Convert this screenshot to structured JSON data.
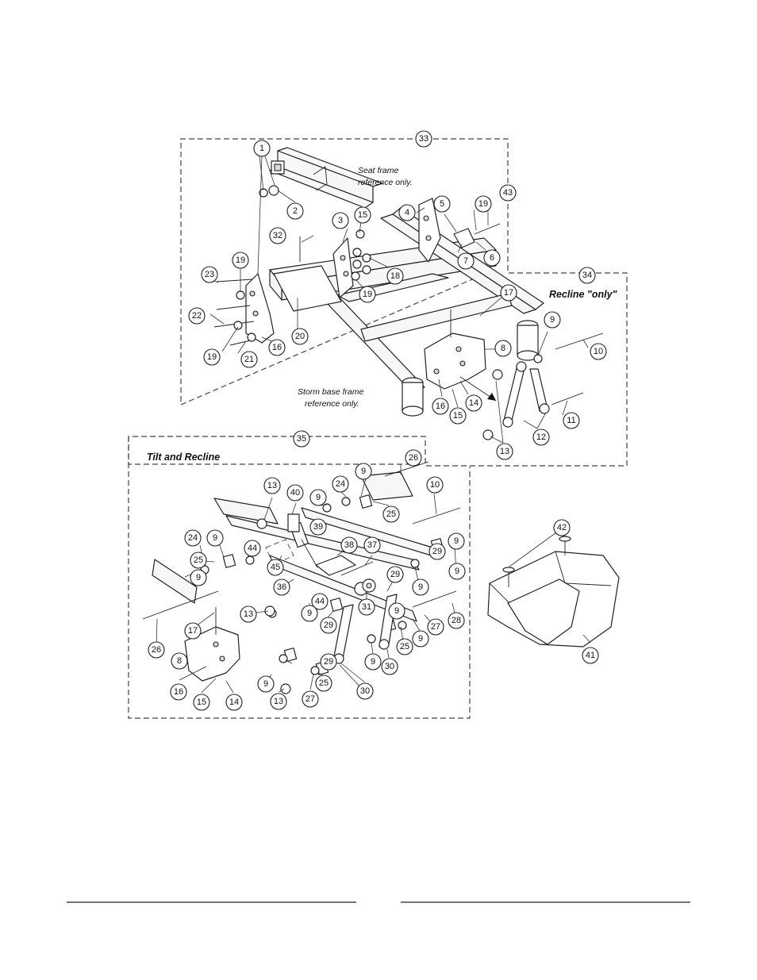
{
  "panels": {
    "storm_frame": {
      "callout": "33"
    },
    "recline_only": {
      "callout": "34",
      "title": "Recline \"only\""
    },
    "tilt_recline": {
      "callout": "35",
      "title": "Tilt and Recline"
    }
  },
  "notes": {
    "seat_frame": [
      "Seat frame",
      "reference only."
    ],
    "base_frame": [
      "Storm base frame",
      "reference only."
    ]
  },
  "callouts": [
    {
      "id": "c1",
      "label": "1"
    },
    {
      "id": "c2",
      "label": "2"
    },
    {
      "id": "c3",
      "label": "3"
    },
    {
      "id": "c4",
      "label": "4"
    },
    {
      "id": "c5",
      "label": "5"
    },
    {
      "id": "c19a",
      "label": "19"
    },
    {
      "id": "c43",
      "label": "43"
    },
    {
      "id": "c15a",
      "label": "15"
    },
    {
      "id": "c32",
      "label": "32"
    },
    {
      "id": "c7",
      "label": "7"
    },
    {
      "id": "c6",
      "label": "6"
    },
    {
      "id": "c18",
      "label": "18"
    },
    {
      "id": "c23",
      "label": "23"
    },
    {
      "id": "c19b",
      "label": "19"
    },
    {
      "id": "c19c",
      "label": "19"
    },
    {
      "id": "c22",
      "label": "22"
    },
    {
      "id": "c20",
      "label": "20"
    },
    {
      "id": "c16a",
      "label": "16"
    },
    {
      "id": "c19d",
      "label": "19"
    },
    {
      "id": "c21",
      "label": "21"
    },
    {
      "id": "c17a",
      "label": "17"
    },
    {
      "id": "c9a",
      "label": "9"
    },
    {
      "id": "c10a",
      "label": "10"
    },
    {
      "id": "c8a",
      "label": "8"
    },
    {
      "id": "c16b",
      "label": "16"
    },
    {
      "id": "c15b",
      "label": "15"
    },
    {
      "id": "c14a",
      "label": "14"
    },
    {
      "id": "c11",
      "label": "11"
    },
    {
      "id": "c12",
      "label": "12"
    },
    {
      "id": "c13a",
      "label": "13"
    },
    {
      "id": "c26a",
      "label": "26"
    },
    {
      "id": "c9b",
      "label": "9"
    },
    {
      "id": "c10b",
      "label": "10"
    },
    {
      "id": "c13b",
      "label": "13"
    },
    {
      "id": "c40",
      "label": "40"
    },
    {
      "id": "c9c",
      "label": "9"
    },
    {
      "id": "c24a",
      "label": "24"
    },
    {
      "id": "c25a",
      "label": "25"
    },
    {
      "id": "c39",
      "label": "39"
    },
    {
      "id": "c24b",
      "label": "24"
    },
    {
      "id": "c9d",
      "label": "9"
    },
    {
      "id": "c44a",
      "label": "44"
    },
    {
      "id": "c38",
      "label": "38"
    },
    {
      "id": "c37",
      "label": "37"
    },
    {
      "id": "c9e",
      "label": "9"
    },
    {
      "id": "c29a",
      "label": "29"
    },
    {
      "id": "c9f",
      "label": "9"
    },
    {
      "id": "c25b",
      "label": "25"
    },
    {
      "id": "c45",
      "label": "45"
    },
    {
      "id": "c9g",
      "label": "9"
    },
    {
      "id": "c36",
      "label": "36"
    },
    {
      "id": "c9h",
      "label": "9"
    },
    {
      "id": "c29b",
      "label": "29"
    },
    {
      "id": "c31",
      "label": "31"
    },
    {
      "id": "c13c",
      "label": "13"
    },
    {
      "id": "c44b",
      "label": "44"
    },
    {
      "id": "c9i",
      "label": "9"
    },
    {
      "id": "c17b",
      "label": "17"
    },
    {
      "id": "c26b",
      "label": "26"
    },
    {
      "id": "c29c",
      "label": "29"
    },
    {
      "id": "c9j",
      "label": "9"
    },
    {
      "id": "c29d",
      "label": "29"
    },
    {
      "id": "c9k",
      "label": "9"
    },
    {
      "id": "c25c",
      "label": "25"
    },
    {
      "id": "c27a",
      "label": "27"
    },
    {
      "id": "c28",
      "label": "28"
    },
    {
      "id": "c8b",
      "label": "8"
    },
    {
      "id": "c9l",
      "label": "9"
    },
    {
      "id": "c30a",
      "label": "30"
    },
    {
      "id": "c9m",
      "label": "9"
    },
    {
      "id": "c25d",
      "label": "25"
    },
    {
      "id": "c16c",
      "label": "16"
    },
    {
      "id": "c15c",
      "label": "15"
    },
    {
      "id": "c14b",
      "label": "14"
    },
    {
      "id": "c13d",
      "label": "13"
    },
    {
      "id": "c27b",
      "label": "27"
    },
    {
      "id": "c30b",
      "label": "30"
    },
    {
      "id": "c42",
      "label": "42"
    },
    {
      "id": "c41",
      "label": "41"
    }
  ]
}
